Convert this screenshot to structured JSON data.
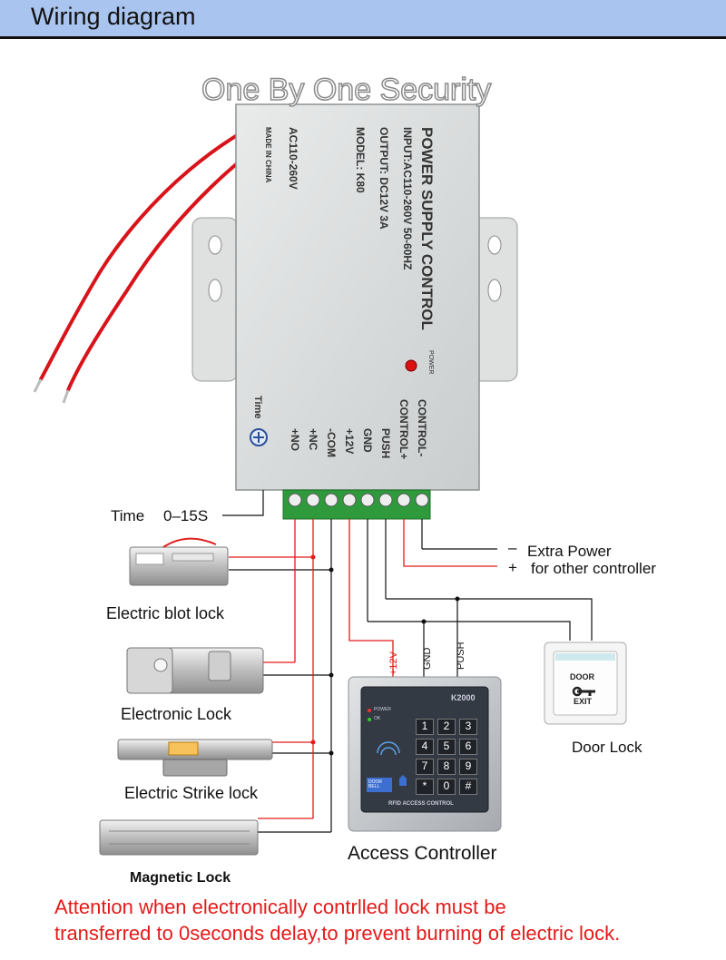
{
  "header": {
    "title": "Wiring diagram"
  },
  "watermark": "One By One Security",
  "power_supply": {
    "title": "POWER SUPPLY CONTROL",
    "input": "INPUT:AC110-260V 50-60HZ",
    "output": "OUTPUT: DC12V 3A",
    "model": "MODEL: K80",
    "ac": "AC110-260V",
    "made_in": "MADE IN CHINA",
    "power_led": "POWER",
    "time_knob": "Time",
    "terminals": [
      "+NO",
      "+NC",
      "-COM",
      "+12V",
      "GND",
      "PUSH",
      "CONTROL+",
      "CONTROL-"
    ]
  },
  "labels": {
    "time": "Time",
    "time_range": "0–15S",
    "extra_power_minus": "–",
    "extra_power_line1": "Extra Power",
    "extra_power_plus": "+",
    "extra_power_line2": "for other controller",
    "wire_12v": "+12V",
    "wire_gnd": "GND",
    "wire_push": "PUSH"
  },
  "devices": {
    "bolt_lock": "Electric blot lock",
    "electronic_lock": "Electronic Lock",
    "strike_lock": "Electric Strike lock",
    "magnetic_lock": "Magnetic Lock",
    "access_controller": "Access Controller",
    "door_lock": "Door Lock"
  },
  "exit_button": {
    "top": "DOOR",
    "bottom": "EXIT"
  },
  "keypad": {
    "model": "K2000",
    "power": "POWER",
    "ok": "OK",
    "bell": "DOOR BELL",
    "footer": "RFID ACCESS CONTROL",
    "keys": [
      "1",
      "2",
      "3",
      "4",
      "5",
      "6",
      "7",
      "8",
      "9",
      "*",
      "0",
      "#"
    ]
  },
  "attention": {
    "line1": "Attention when electronically contrlled lock must be",
    "line2": "transferred to 0seconds delay,to prevent burning of electric lock."
  },
  "colors": {
    "header": "#a9c4ee",
    "red_wire": "#e41a1a",
    "terminal_green": "#2e9a3c"
  }
}
